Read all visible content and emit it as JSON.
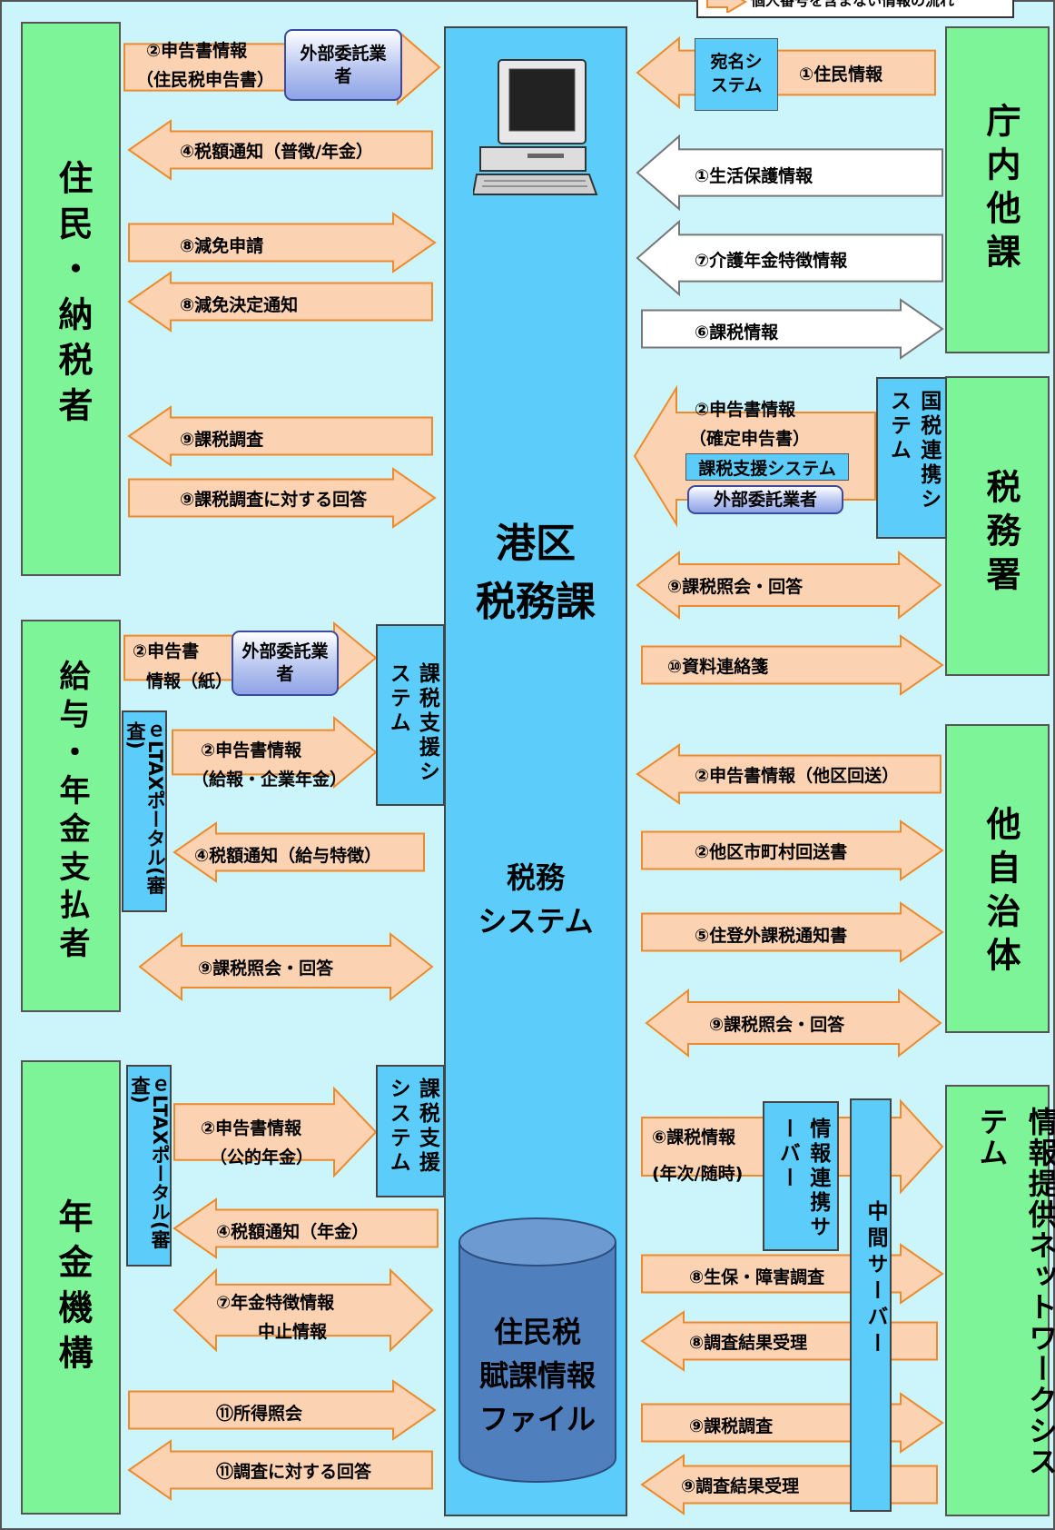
{
  "legend": {
    "text": "個人番号を含まない情報の流れ"
  },
  "center": {
    "title_line1": "港区",
    "title_line2": "税務課",
    "system_line1": "税務",
    "system_line2": "システム",
    "database_line1": "住民税",
    "database_line2": "賦課情報",
    "database_line3": "ファイル"
  },
  "entities": {
    "residents": "住民・納税者",
    "payers": "給与・年金支払者",
    "pension": "年金機構",
    "other_depts": "庁内他課",
    "tax_office": "税務署",
    "other_munis": "他自治体",
    "network": "情報提供ネットワークシステム"
  },
  "subsystems": {
    "atena": "宛名システム",
    "kokuzei": "国税連携システム",
    "kazei_shien_1": "課税支援システム",
    "kazei_shien_2": "課税支援システム",
    "eltax_1": "ｅLTAXポータル(審査)",
    "eltax_2": "ｅLTAXポータル(審査)",
    "joho_renkei": "情報連携サーバー",
    "chukan": "中間サーバー",
    "kazei_shien_h": "課税支援システム",
    "gaibu_1": "外部委託業者",
    "gaibu_2": "外部委託業者",
    "gaibu_3": "外部委託業者"
  },
  "flows": {
    "res_1a": "②申告書情報",
    "res_1b": "（住民税申告書）",
    "res_2": "④税額通知（普徴/年金）",
    "res_3": "⑧減免申請",
    "res_4": "⑧減免決定通知",
    "res_5": "⑨課税調査",
    "res_6": "⑨課税調査に対する回答",
    "pay_1a": "②申告書",
    "pay_1b": "情報（紙）",
    "pay_2a": "②申告書情報",
    "pay_2b": "（給報・企業年金）",
    "pay_3": "④税額通知（給与特徴）",
    "pay_4": "⑨課税照会・回答",
    "pen_1a": "②申告書情報",
    "pen_1b": "（公的年金）",
    "pen_2": "④税額通知（年金）",
    "pen_3a": "⑦年金特徴情報",
    "pen_3b": "中止情報",
    "pen_4": "⑪所得照会",
    "pen_5": "⑪調査に対する回答",
    "oth_1": "①住民情報",
    "oth_2": "①生活保護情報",
    "oth_3": "⑦介護年金特徴情報",
    "oth_4": "⑥課税情報",
    "tax_1a": "②申告書情報",
    "tax_1b": "（確定申告書）",
    "tax_2": "⑨課税照会・回答",
    "tax_3": "⑩資料連絡箋",
    "mun_1": "②申告書情報（他区回送）",
    "mun_2": "②他区市町村回送書",
    "mun_3": "⑤住登外課税通知書",
    "mun_4": "⑨課税照会・回答",
    "net_1a": "⑥課税情報",
    "net_1b": "(年次/随時)",
    "net_2": "⑧生保・障害調査",
    "net_3": "⑧調査結果受理",
    "net_4": "⑨課税調査",
    "net_5": "⑨調査結果受理"
  },
  "colors": {
    "background": "#ccf5fb",
    "entity_green": "#7ef498",
    "system_blue": "#5ccdfa",
    "arrow_orange": "#fbd3b3",
    "arrow_border": "#ef8a2c",
    "database_blue": "#4f7fbd"
  }
}
